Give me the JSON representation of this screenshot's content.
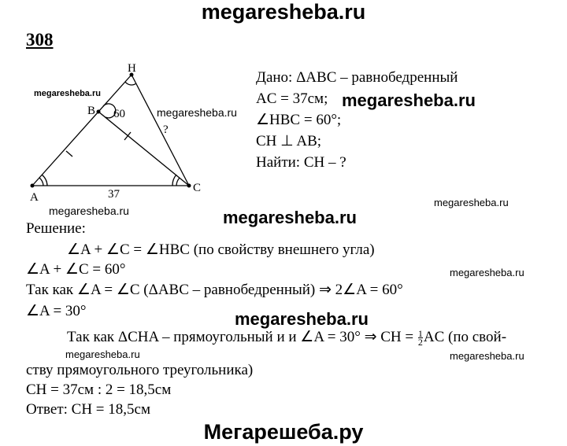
{
  "header_watermark": "megaresheba.ru",
  "problem_number": "308",
  "diagram": {
    "labels": {
      "A": "A",
      "B": "B",
      "C": "C",
      "H": "H"
    },
    "angle_label": "60",
    "side_label": "37",
    "unknown_label": "?"
  },
  "given": [
    "Дано: ΔABC – равнобедренный",
    "AC = 37см;",
    "∠HBC = 60°;",
    "CH ⊥ AB;",
    "Найти: CH – ?"
  ],
  "solution": {
    "heading": "Решение:",
    "lines": [
      "∠A + ∠C = ∠HBC (по свойству внешнего угла)",
      "∠A + ∠C = 60°",
      "Так как ∠A = ∠C (ΔABC – равнобедренный) ⇒ 2∠A = 60°",
      "∠A = 30°"
    ],
    "line5_before": "Так как ΔCHA – прямоугольный и  и ∠A = 30° ⇒ CH = ",
    "frac_num": "1",
    "frac_den": "2",
    "line5_after": "AC (по свой-",
    "line6": "ству прямоугольного треугольника)",
    "line7": "CH = 37см : 2 = 18,5см",
    "answer": "Ответ: CH = 18,5см"
  },
  "watermarks": [
    "megaresheba.ru",
    "megaresheba.ru",
    "megaresheba.ru",
    "megaresheba.ru",
    "megaresheba.ru",
    "megaresheba.ru",
    "megaresheba.ru",
    "megaresheba.ru",
    "megaresheba.ru",
    "megaresheba.ru"
  ],
  "footer_watermark": "Мегарешеба.ру"
}
